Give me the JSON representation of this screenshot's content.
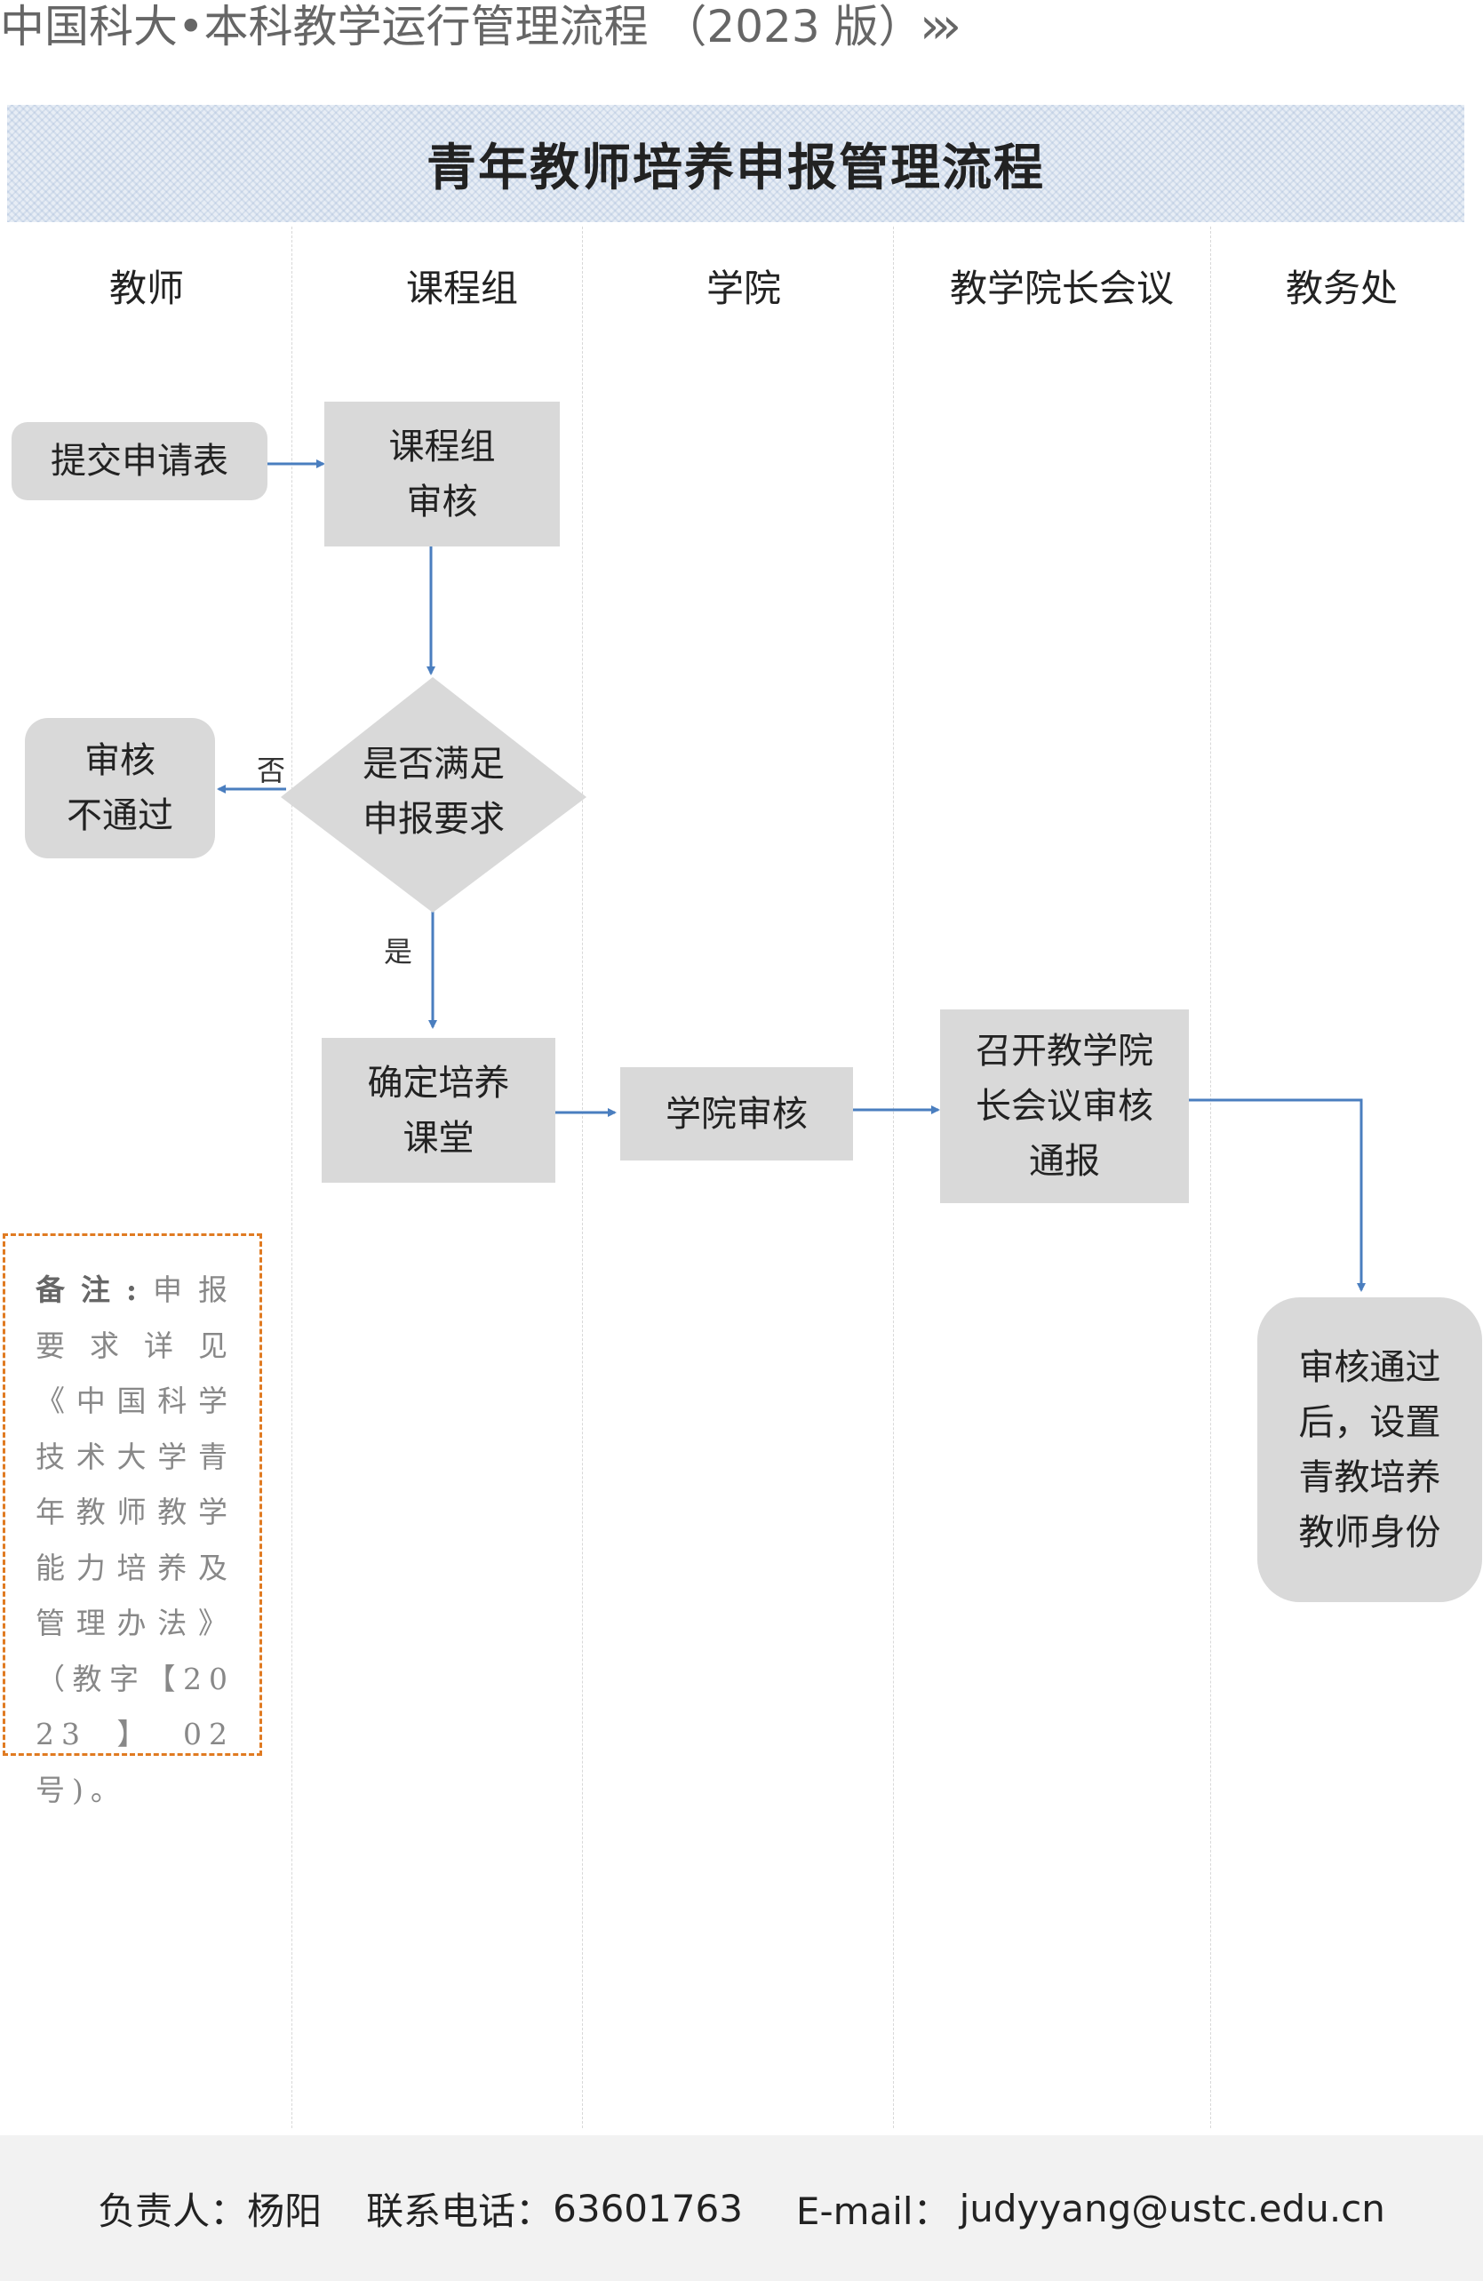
{
  "header": {
    "title": "中国科大•本科教学运行管理流程 （2023 版）",
    "chevrons": "›››"
  },
  "banner_title": "青年教师培养申报管理流程",
  "lanes": [
    "教师",
    "课程组",
    "学院",
    "教学院长会议",
    "教务处"
  ],
  "nodes": {
    "submit": "提交申请表",
    "group_review": "课程组\n审核",
    "decision": "是否满足\n申报要求",
    "reject": "审核\n不通过",
    "confirm": "确定培养\n课堂",
    "college_review": "学院审核",
    "meeting": "召开教学院\n长会议审核\n通报",
    "final": "审核通过\n后，设置\n青教培养\n教师身份"
  },
  "edge_labels": {
    "no": "否",
    "yes": "是"
  },
  "note": {
    "label": "备注:",
    "text": "申报要求详见《中国科学技术大学青年教师教学能力培养及管理办法》（教字【2023】02号)。"
  },
  "footer": {
    "contact_label": "负责人：",
    "contact_name": "杨阳",
    "phone_label": "联系电话：",
    "phone": "63601763",
    "email_label": "E-mail：",
    "email": "judyyang@ustc.edu.cn"
  },
  "colors": {
    "arrow": "#4a7ebf",
    "box": "#d9d9d9",
    "note_border": "#e07b22",
    "footer_bg": "#f2f2f2"
  }
}
